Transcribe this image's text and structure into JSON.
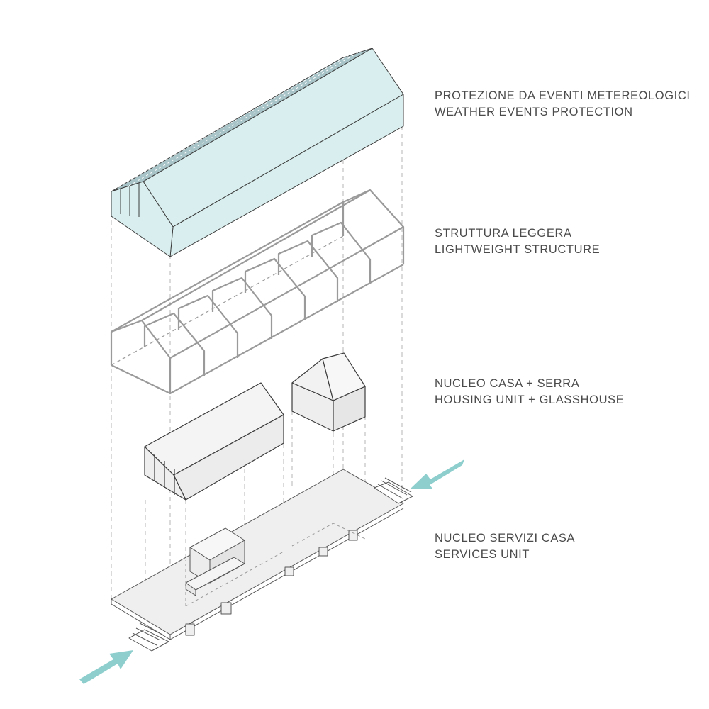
{
  "layers": [
    {
      "id": "roof",
      "line1": "PROTEZIONE DA EVENTI METEREOLOGICI",
      "line2": "WEATHER EVENTS PROTECTION"
    },
    {
      "id": "structure",
      "line1": "STRUTTURA LEGGERA",
      "line2": "LIGHTWEIGHT STRUCTURE"
    },
    {
      "id": "housing",
      "line1": "NUCLEO CASA + SERRA",
      "line2": "HOUSING UNIT + GLASSHOUSE"
    },
    {
      "id": "services",
      "line1": "NUCLEO SERVIZI CASA",
      "line2": "SERVICES UNIT"
    }
  ],
  "colors": {
    "roof_fill": "#d9eeee",
    "arrow": "#8ecfce",
    "line": "#3c3c3c",
    "frame": "#9a9a9a",
    "dashed": "#b5b5b5",
    "platform": "#efefef",
    "text": "#4a4a4a"
  },
  "icons": [
    "entry-arrow-icon",
    "entry-arrow-icon"
  ]
}
